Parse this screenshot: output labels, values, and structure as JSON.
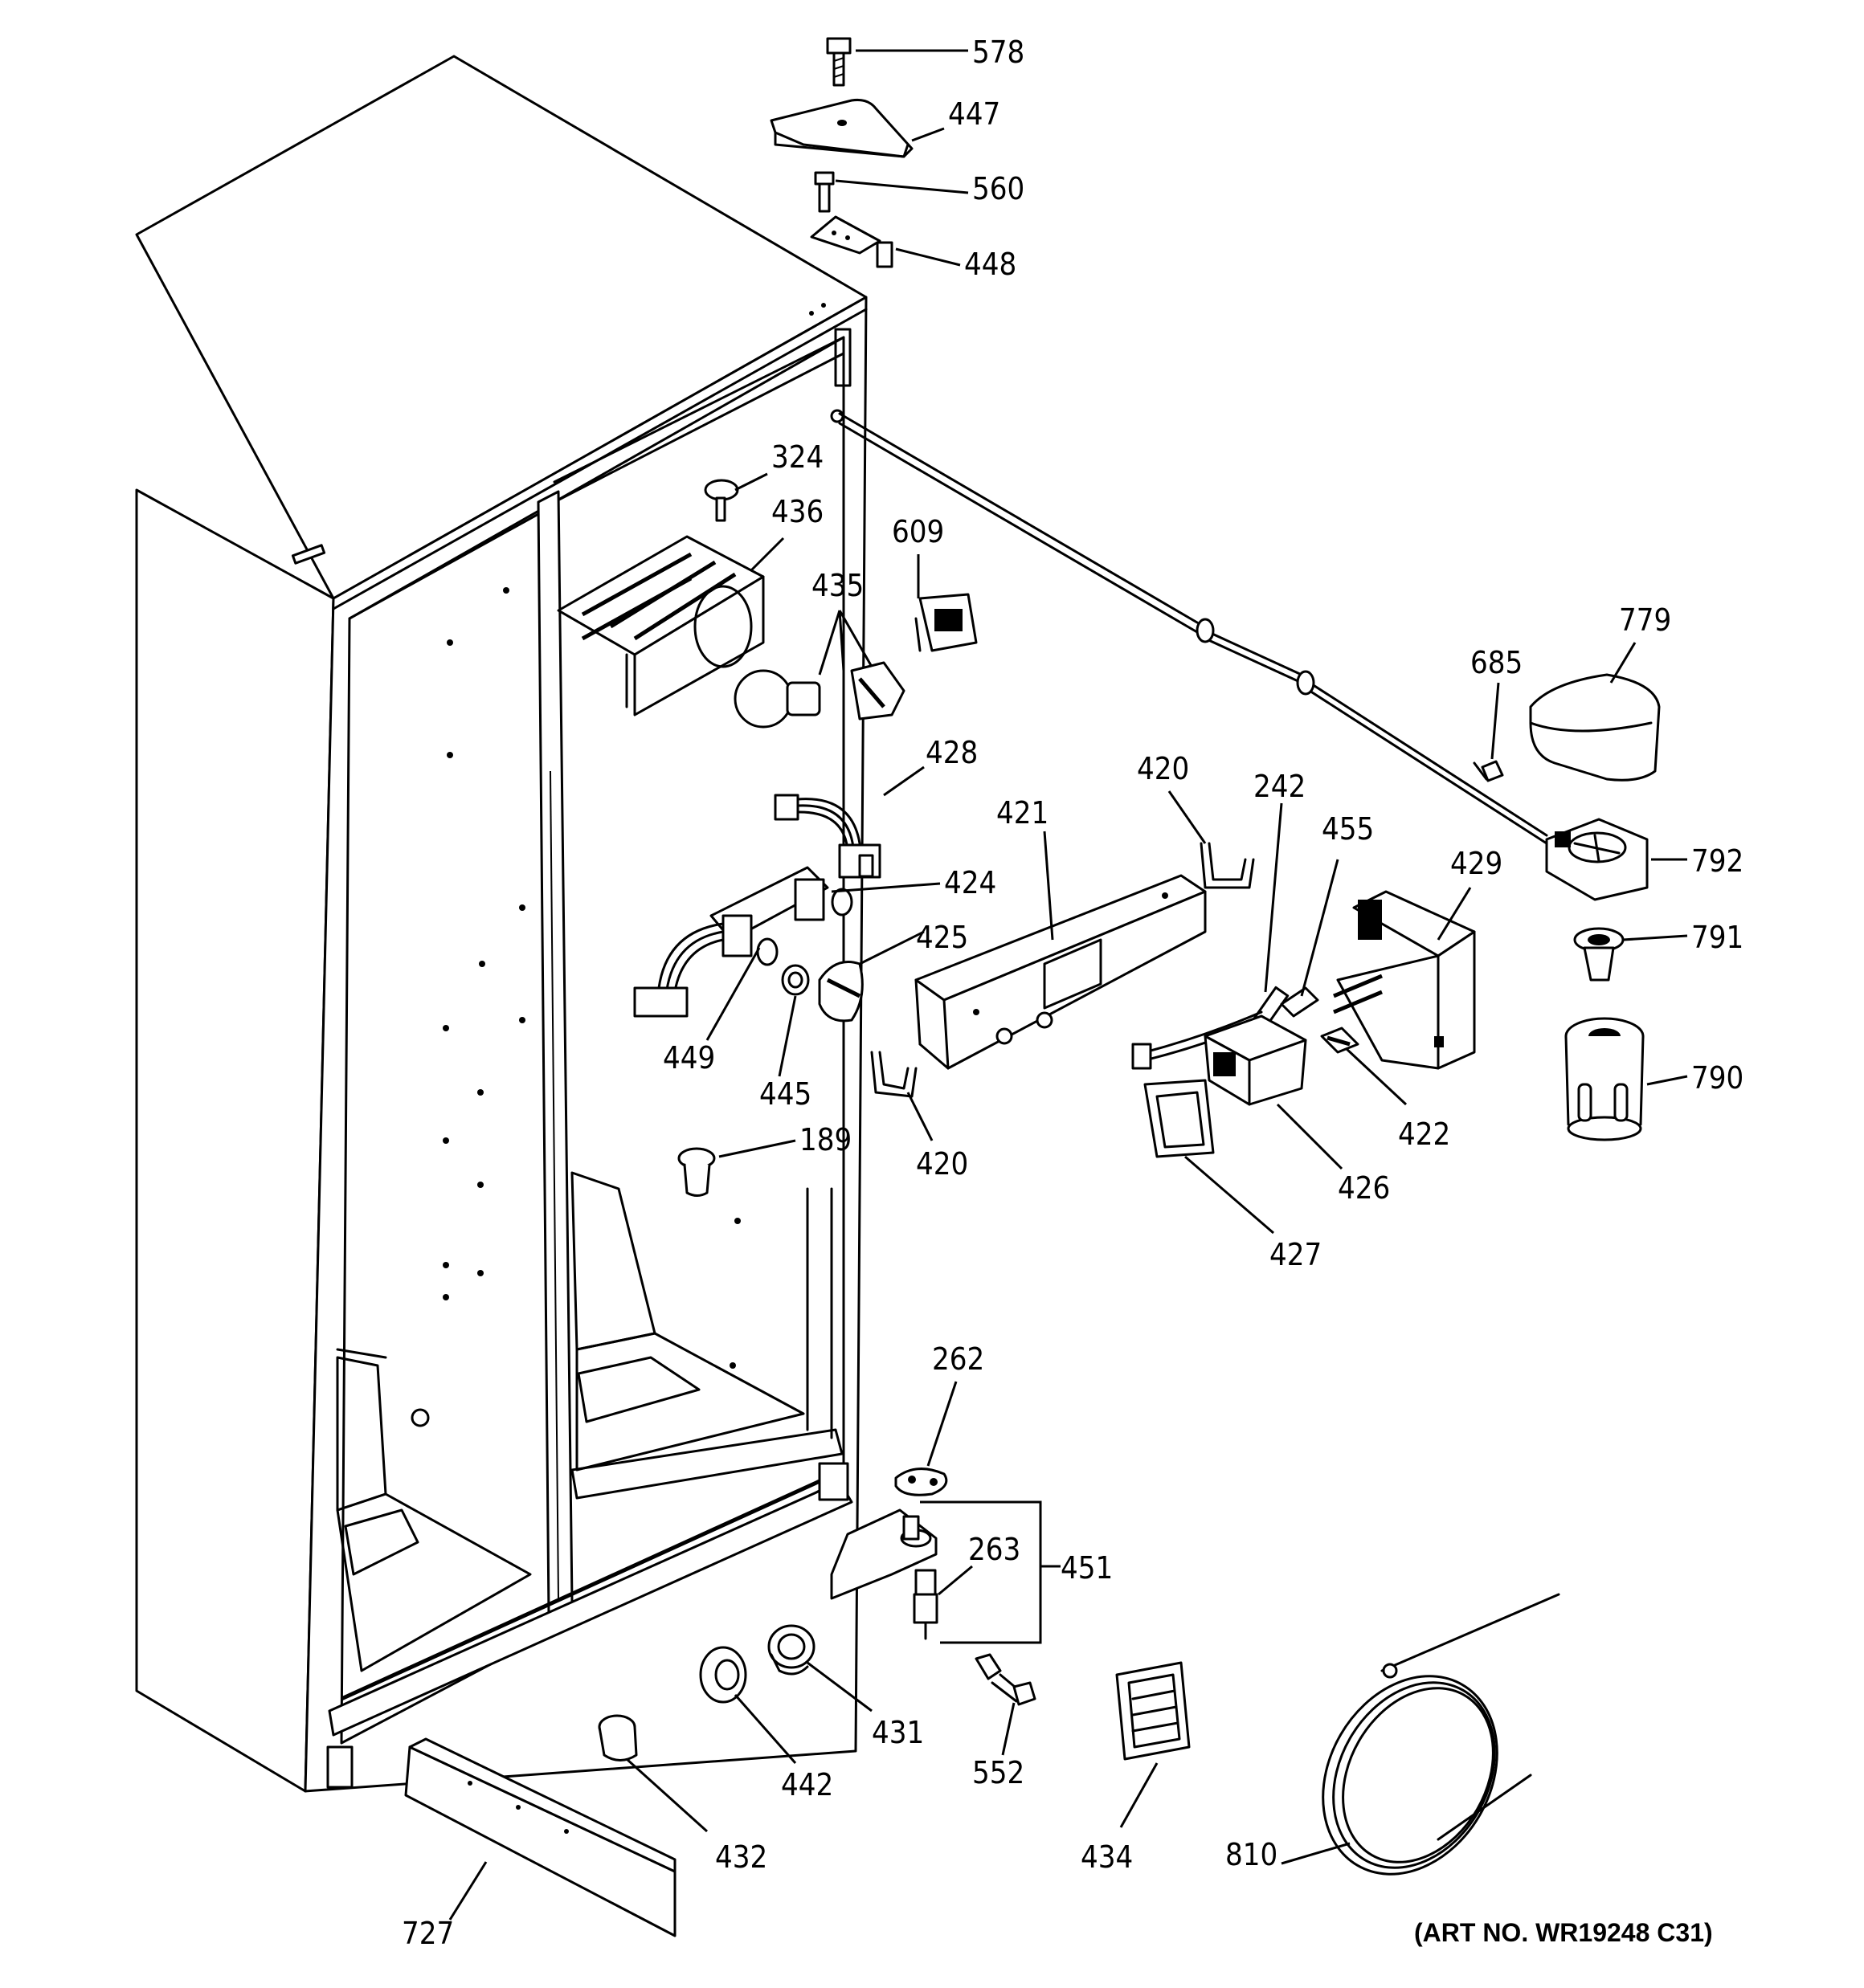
{
  "figure": {
    "art_number": "(ART NO. WR19248 C31)"
  },
  "callouts": {
    "c578": "578",
    "c447": "447",
    "c560": "560",
    "c448": "448",
    "c324": "324",
    "c436": "436",
    "c609": "609",
    "c435": "435",
    "c779": "779",
    "c685": "685",
    "c428": "428",
    "c420_top": "420",
    "c242": "242",
    "c421": "421",
    "c455": "455",
    "c429": "429",
    "c792": "792",
    "c424": "424",
    "c425": "425",
    "c791": "791",
    "c449": "449",
    "c445": "445",
    "c790": "790",
    "c422": "422",
    "c189": "189",
    "c420_bottom": "420",
    "c426": "426",
    "c427": "427",
    "c262": "262",
    "c263": "263",
    "c451": "451",
    "c431": "431",
    "c552": "552",
    "c442": "442",
    "c432": "432",
    "c434": "434",
    "c810": "810",
    "c727": "727"
  }
}
